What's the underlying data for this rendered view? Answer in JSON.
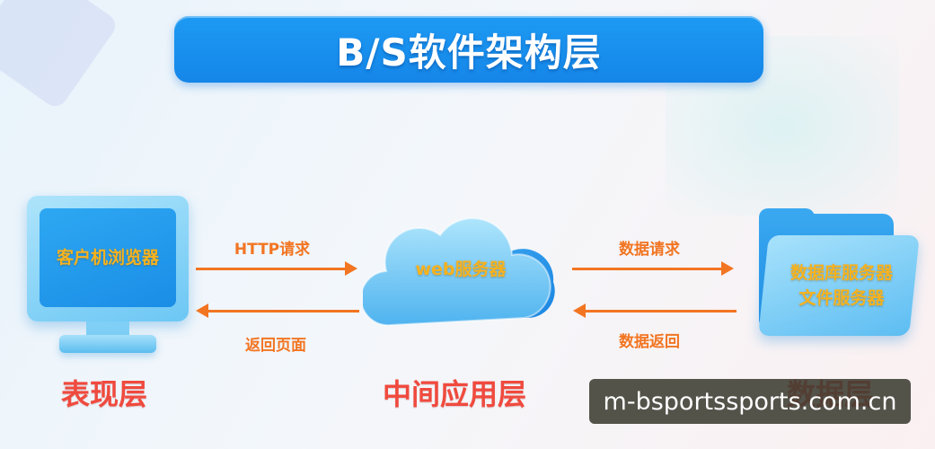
{
  "title": "B/S软件架构层",
  "nodes": {
    "client": "客户机浏览器",
    "server": "web服务器",
    "data_line1": "数据库服务器",
    "data_line2": "文件服务器"
  },
  "arrows": {
    "http_request": "HTTP请求",
    "return_page": "返回页面",
    "data_request": "数据请求",
    "data_return": "数据返回"
  },
  "layers": {
    "presentation": "表现层",
    "middle": "中间应用层",
    "data": "数据层"
  },
  "watermark": "m-bsportssports.com.cn",
  "colors": {
    "title_bg": "#1586e8",
    "arrow": "#f27522",
    "layer_label": "#f04a3e",
    "node_text": "#f7b21d"
  }
}
